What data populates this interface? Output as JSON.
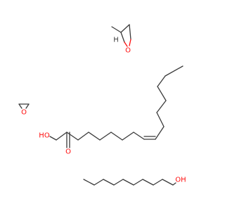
{
  "colors": {
    "bond": "#3a3a3a",
    "oxygen": "#ff0d0d",
    "background": "#ffffff"
  },
  "molecules": {
    "methyloxirane": {
      "label_h": "H",
      "label_o": "O"
    },
    "oxirane": {
      "label_o": "O"
    },
    "oleic_acid": {
      "label_o": "O",
      "label_hydroxyl": "HO"
    },
    "decanol": {
      "label_oh": "OH"
    }
  }
}
